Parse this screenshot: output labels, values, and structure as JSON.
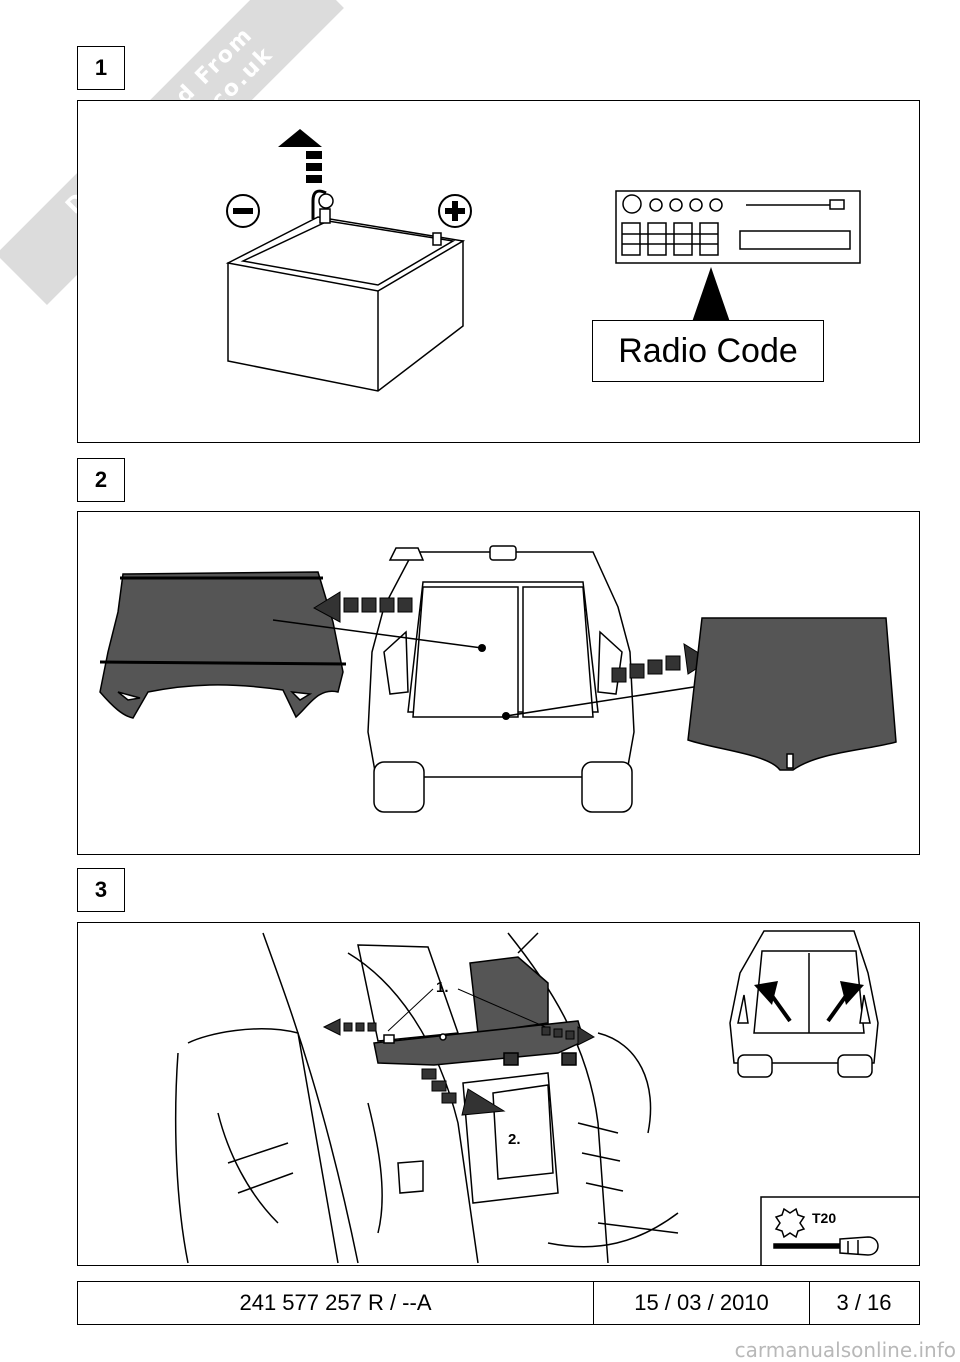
{
  "watermark": {
    "line1": "Downloaded From",
    "line2": "DaciaForum.co.uk"
  },
  "steps": [
    {
      "number": "1"
    },
    {
      "number": "2"
    },
    {
      "number": "3"
    }
  ],
  "step1": {
    "radio_label": "Radio Code"
  },
  "step3": {
    "callout_1": "1.",
    "callout_2": "2.",
    "tool": "T20"
  },
  "footer": {
    "part_number": "241 577 257 R  / --A",
    "date": "15 / 03 / 2010",
    "page": "3 / 16"
  },
  "site_url": "carmanualsonline.info"
}
